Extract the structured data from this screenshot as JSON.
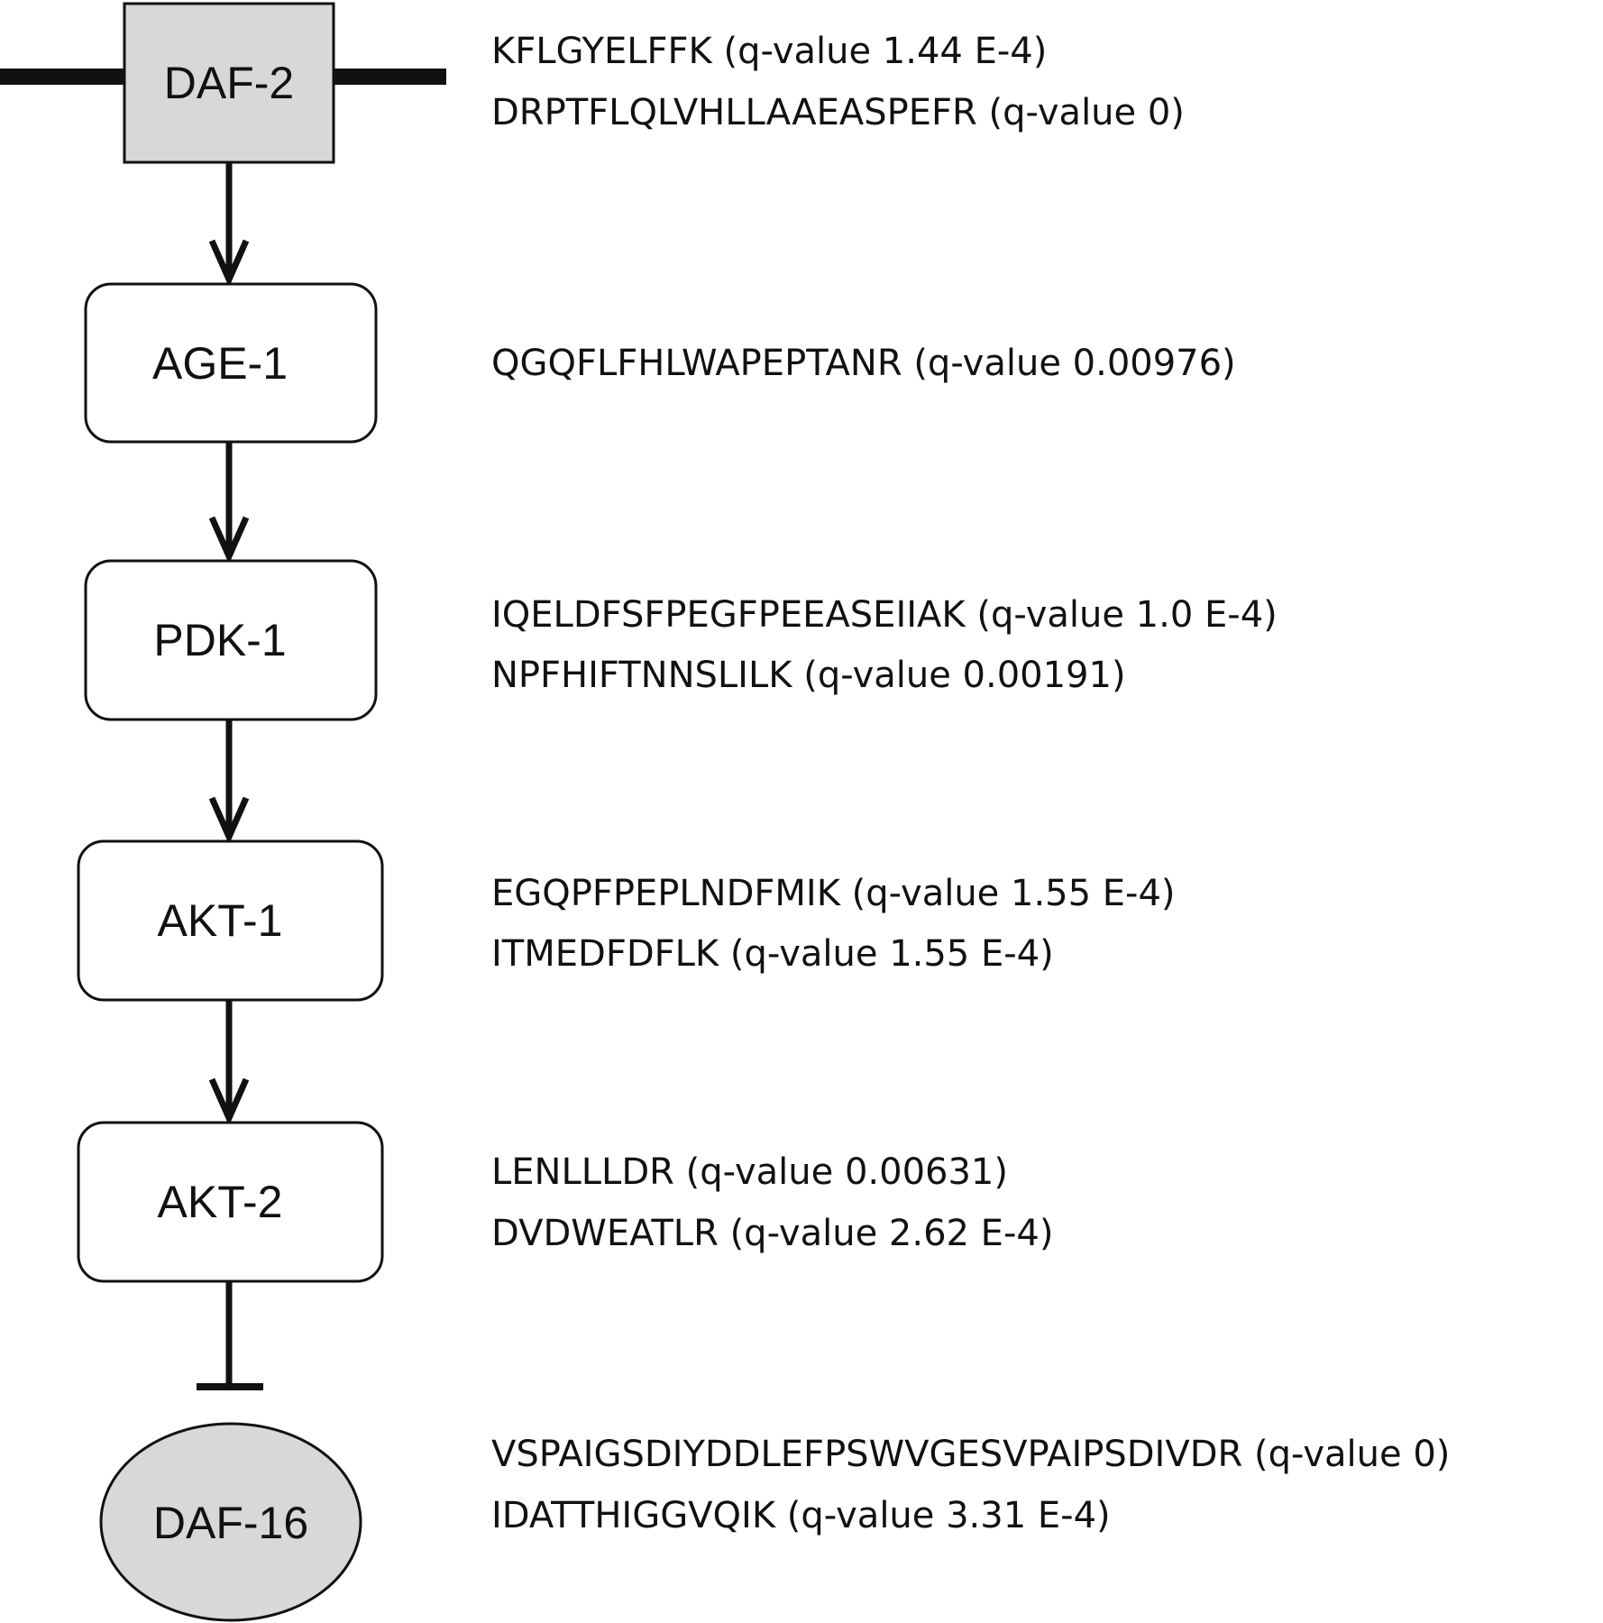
{
  "nodes": {
    "daf2": {
      "label": "DAF-2",
      "shape": "membrane-receptor-box",
      "fill": "#d8d8d8"
    },
    "age1": {
      "label": "AGE-1",
      "shape": "rounded-box",
      "fill": "#ffffff"
    },
    "pdk1": {
      "label": "PDK-1",
      "shape": "rounded-box",
      "fill": "#ffffff"
    },
    "akt1": {
      "label": "AKT-1",
      "shape": "rounded-box",
      "fill": "#ffffff"
    },
    "akt2": {
      "label": "AKT-2",
      "shape": "rounded-box",
      "fill": "#ffffff"
    },
    "daf16": {
      "label": "DAF-16",
      "shape": "ellipse",
      "fill": "#d8d8d8"
    }
  },
  "edges": [
    {
      "from": "DAF-2",
      "to": "AGE-1",
      "type": "activation-arrow"
    },
    {
      "from": "AGE-1",
      "to": "PDK-1",
      "type": "activation-arrow"
    },
    {
      "from": "PDK-1",
      "to": "AKT-1",
      "type": "activation-arrow"
    },
    {
      "from": "AKT-1",
      "to": "AKT-2",
      "type": "activation-arrow"
    },
    {
      "from": "AKT-2",
      "to": "DAF-16",
      "type": "inhibition-bar"
    }
  ],
  "peptides": {
    "daf2": [
      "KFLGYELFFK (q-value 1.44 E-4)",
      "DRPTFLQLVHLLAAEASPEFR (q-value 0)"
    ],
    "age1": [
      "QGQFLFHLWAPEPTANR (q-value 0.00976)"
    ],
    "pdk1": [
      "IQELDFSFPEGFPEEASEIIAK (q-value 1.0 E-4)",
      "NPFHIFTNNSLILK (q-value 0.00191)"
    ],
    "akt1": [
      "EGQPFPEPLNDFMIK (q-value 1.55 E-4)",
      "ITMEDFDFLK (q-value 1.55 E-4)"
    ],
    "akt2": [
      "LENLLLDR (q-value 0.00631)",
      "DVDWEATLR (q-value 2.62 E-4)"
    ],
    "daf16": [
      "VSPAIGSDIYDDLEFPSWVGESVPAIPSDIVDR (q-value 0)",
      "IDATTHIGGVQIK (q-value 3.31 E-4)"
    ]
  },
  "colors": {
    "stroke": "#111111",
    "shaded_fill": "#d8d8d8"
  }
}
